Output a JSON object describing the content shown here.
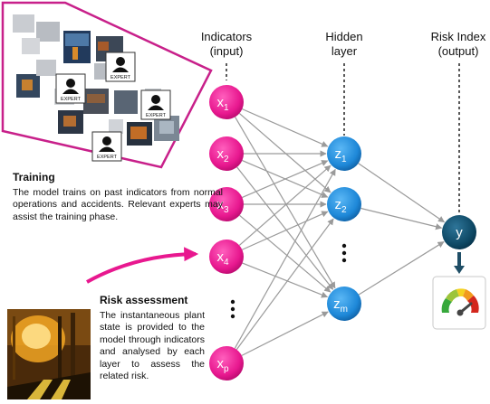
{
  "headers": {
    "indicators": [
      "Indicators",
      "(input)"
    ],
    "hidden": [
      "Hidden",
      "layer"
    ],
    "risk": [
      "Risk Index",
      "(output)"
    ]
  },
  "training": {
    "title": "Training",
    "body": "The model trains on past indicators from normal operations and accidents. Relevant experts may assist the training phase."
  },
  "assessment": {
    "title": "Risk assessment",
    "body": "The instantaneous plant state is provided to the model through indicators and analysed by each layer to assess the related risk."
  },
  "nodes": {
    "inputs": [
      {
        "base": "x",
        "sub": "1"
      },
      {
        "base": "x",
        "sub": "2"
      },
      {
        "base": "x",
        "sub": "3"
      },
      {
        "base": "x",
        "sub": "4"
      },
      {
        "base": "x",
        "sub": "p"
      }
    ],
    "hidden": [
      {
        "base": "z",
        "sub": "1"
      },
      {
        "base": "z",
        "sub": "2"
      },
      {
        "base": "z",
        "sub": "m"
      }
    ],
    "output": {
      "base": "y"
    }
  },
  "expert_label": "EXPERT",
  "colors": {
    "input_node": "#e8188f",
    "hidden_node": "#1e88d8",
    "output_node": "#0d4763",
    "edge": "#9a9a9a",
    "accent_pink": "#c8208a",
    "arrow_dark": "#1f4e66"
  },
  "icons": [
    "expert-icon",
    "gauge-icon",
    "industrial-photo"
  ]
}
